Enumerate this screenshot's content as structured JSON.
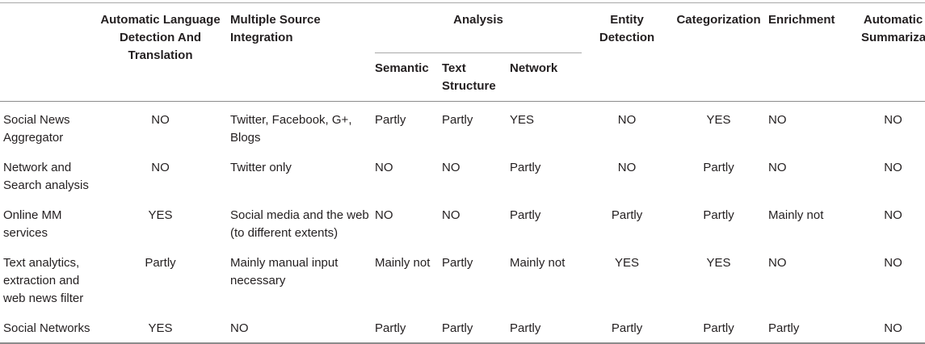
{
  "headers": {
    "c1": "",
    "c2": "Automatic Language Detection And Translation",
    "c3": "Multiple Source Integration",
    "analysis": "Analysis",
    "semantic": "Semantic",
    "text_structure": "Text Structure",
    "network": "Network",
    "c7": "Entity Detection",
    "c8": "Categorization",
    "c9": "Enrichment",
    "c10": "Automatic Summarization"
  },
  "rows": [
    {
      "name": "Social News Aggregator",
      "lang": "NO",
      "sources": "Twitter, Facebook, G+, Blogs",
      "semantic": "Partly",
      "text_structure": "Partly",
      "network": "YES",
      "entity": "NO",
      "categorization": "YES",
      "enrichment": "NO",
      "summarization": "NO"
    },
    {
      "name": "Network and Search analysis",
      "lang": "NO",
      "sources": "Twitter only",
      "semantic": "NO",
      "text_structure": "NO",
      "network": "Partly",
      "entity": "NO",
      "categorization": "Partly",
      "enrichment": "NO",
      "summarization": "NO"
    },
    {
      "name": "Online MM services",
      "lang": "YES",
      "sources": "Social media and the web (to different extents)",
      "semantic": "NO",
      "text_structure": "NO",
      "network": "Partly",
      "entity": "Partly",
      "categorization": "Partly",
      "enrichment": "Mainly not",
      "summarization": "NO"
    },
    {
      "name": "Text analytics, extraction and web news filter",
      "lang": "Partly",
      "sources": "Mainly manual input necessary",
      "semantic": "Mainly not",
      "text_structure": "Partly",
      "network": "Mainly not",
      "entity": "YES",
      "categorization": "YES",
      "enrichment": "NO",
      "summarization": "NO"
    },
    {
      "name": "Social Networks",
      "lang": "YES",
      "sources": "NO",
      "semantic": "Partly",
      "text_structure": "Partly",
      "network": "Partly",
      "entity": "Partly",
      "categorization": "Partly",
      "enrichment": "Partly",
      "summarization": "NO"
    }
  ]
}
